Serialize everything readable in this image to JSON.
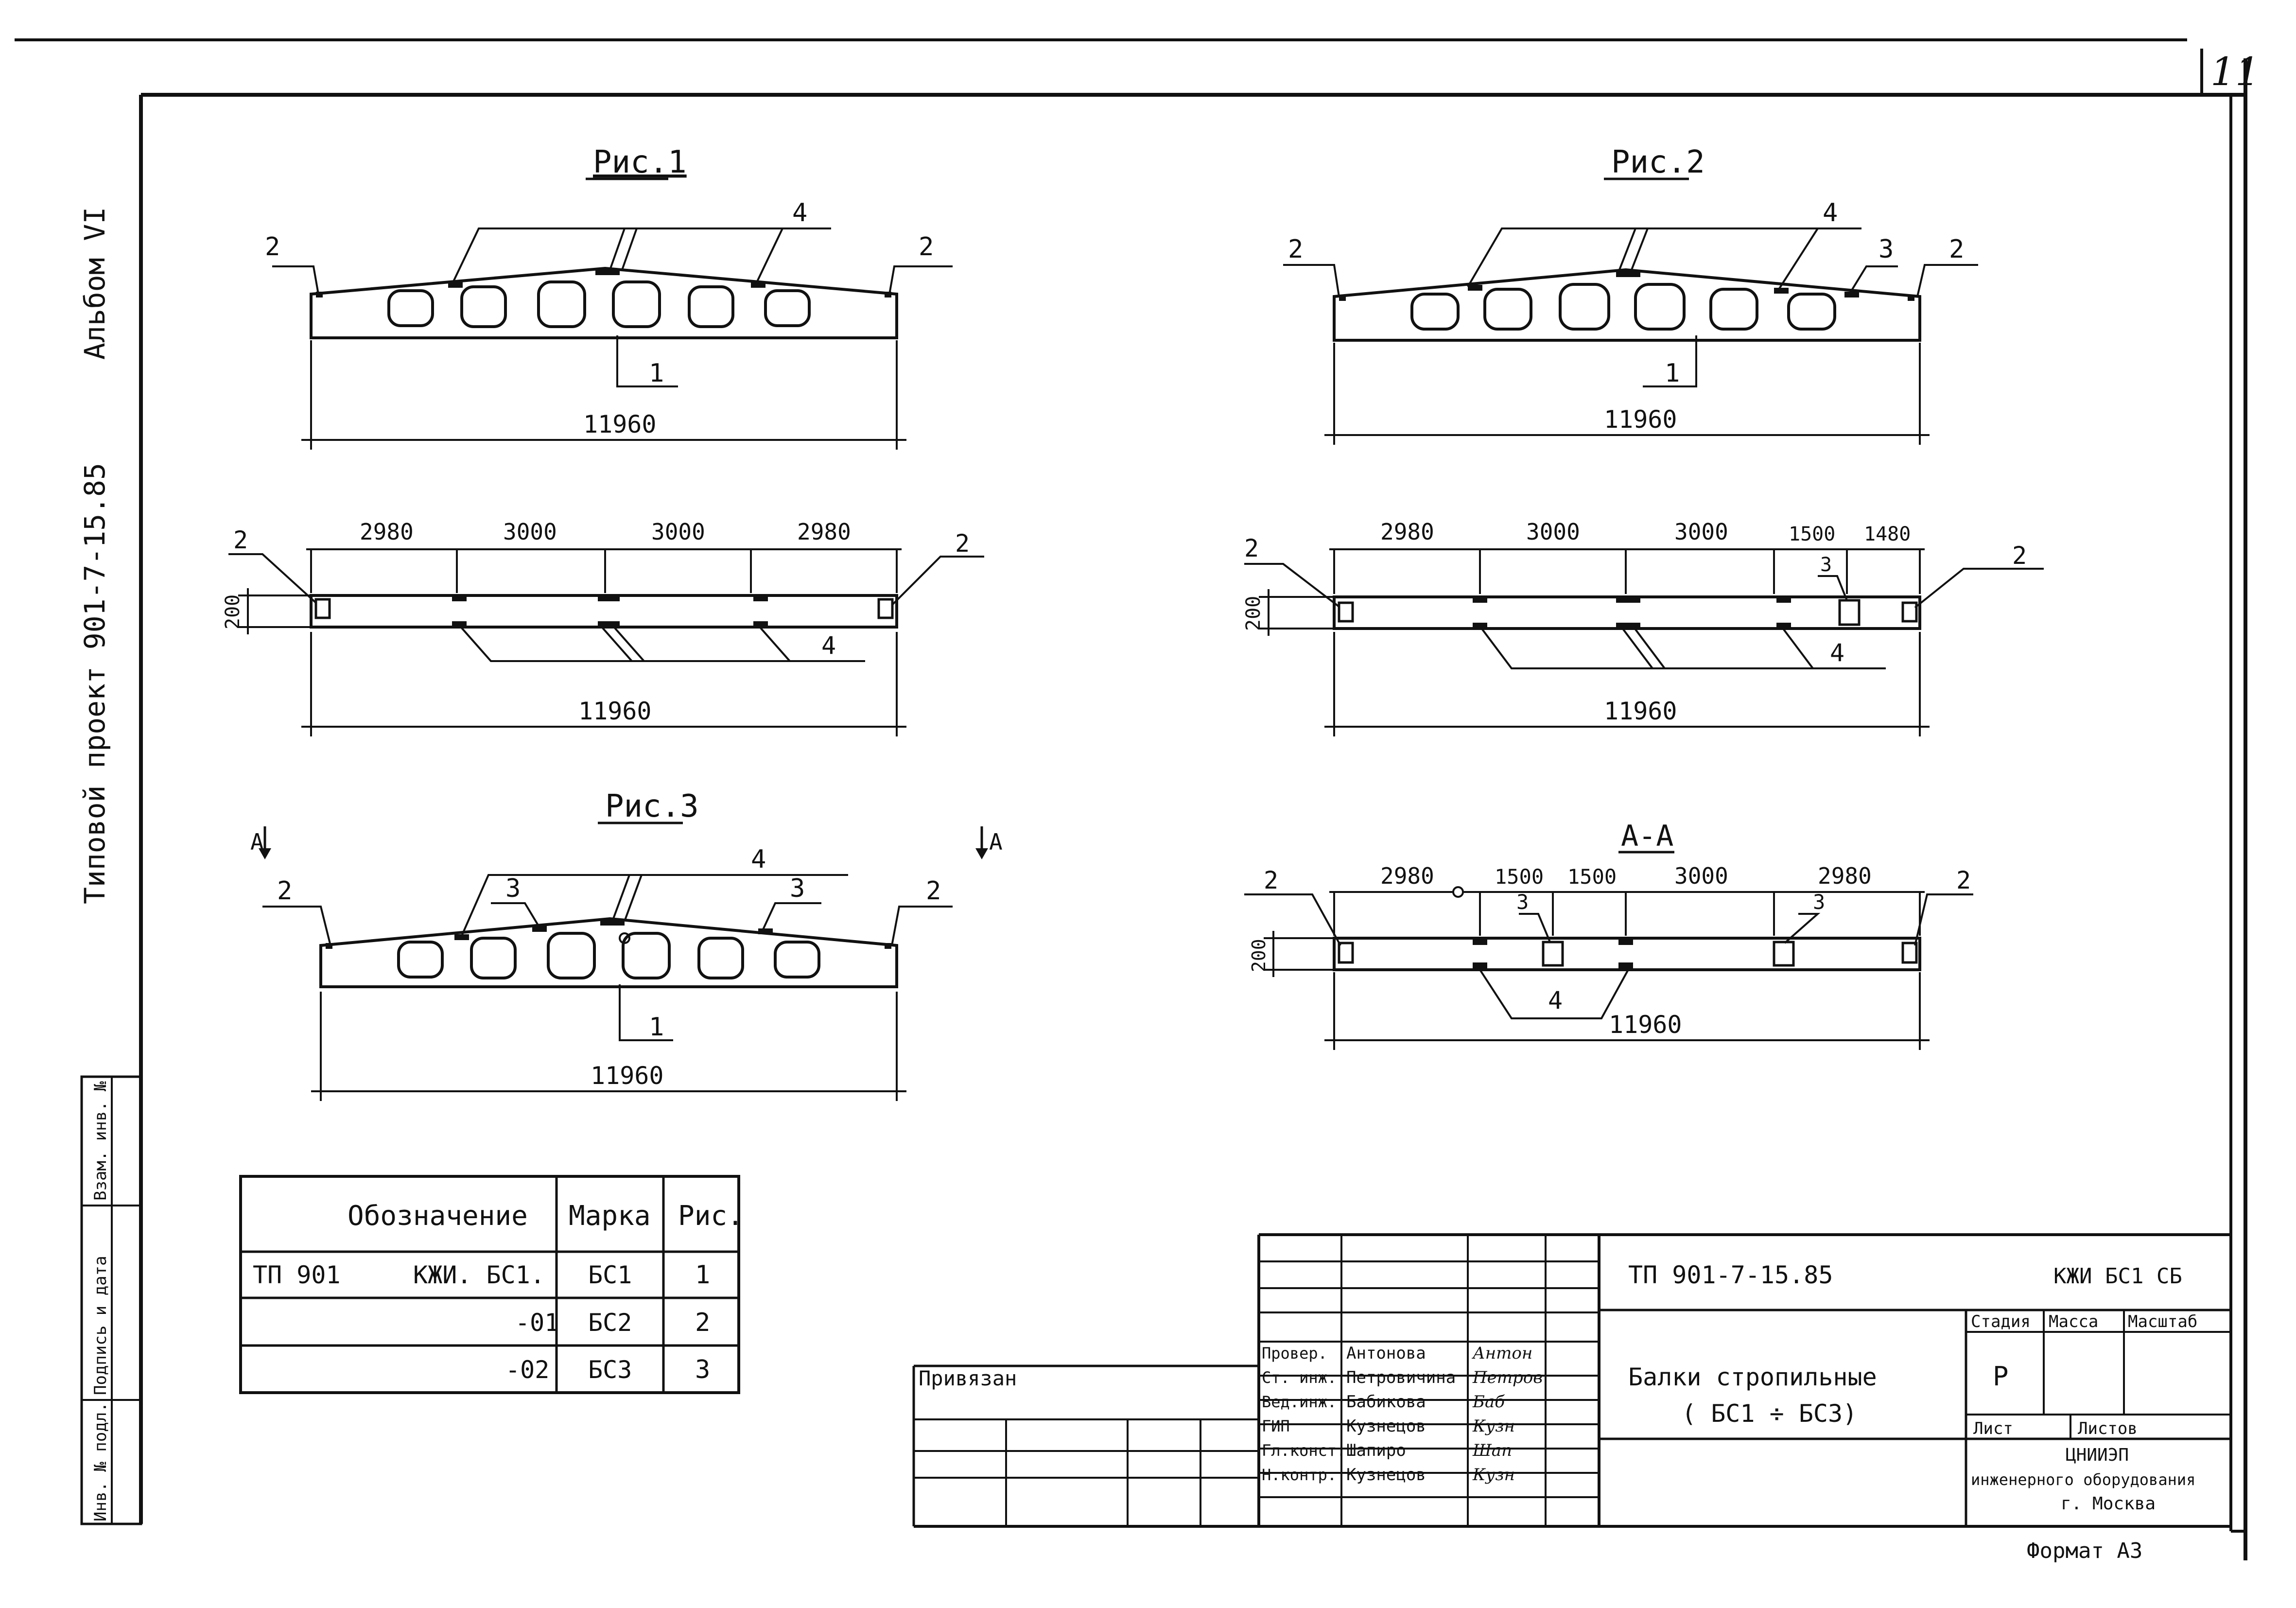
{
  "sheet": {
    "page_number": "11",
    "side_album": "Альбом VI",
    "side_project": "Типовой проект 901-7-15.85",
    "format": "Формат А3"
  },
  "side_stamp": {
    "inv_no": "Инв. № подл.",
    "sign_date": "Подпись и дата",
    "vzam": "Взам. инв. №"
  },
  "figures": {
    "fig1": {
      "title": "Рис.1",
      "elev_overall": "11960",
      "plan_spans": [
        "2980",
        "3000",
        "3000",
        "2980"
      ],
      "plan_overall": "11960",
      "height_dim": "200",
      "callouts": [
        "2",
        "2",
        "4",
        "1",
        "2",
        "2",
        "4"
      ]
    },
    "fig2": {
      "title": "Рис.2",
      "elev_overall": "11960",
      "plan_spans": [
        "2980",
        "3000",
        "3000",
        "1500",
        "1480"
      ],
      "plan_overall": "11960",
      "height_dim": "200",
      "callouts": [
        "2",
        "2",
        "3",
        "4",
        "1",
        "2",
        "2",
        "3",
        "4"
      ]
    },
    "fig3": {
      "title": "Рис.3",
      "elev_overall": "11960",
      "section_marks": [
        "А",
        "А"
      ],
      "callouts": [
        "2",
        "2",
        "3",
        "3",
        "4",
        "1"
      ]
    },
    "section_aa": {
      "title": "А-А",
      "spans": [
        "2980",
        "1500",
        "1500",
        "3000",
        "2980"
      ],
      "overall": "11960",
      "height_dim": "200",
      "callouts": [
        "2",
        "2",
        "3",
        "3",
        "4"
      ]
    }
  },
  "spec_table": {
    "headers": [
      "Обозначение",
      "Марка",
      "Рис."
    ],
    "rows": [
      {
        "designation_a": "ТП 901",
        "designation_b": "КЖИ. БС1.",
        "mark": "БС1",
        "fig": "1"
      },
      {
        "designation_a": "",
        "designation_b": "-01",
        "mark": "БС2",
        "fig": "2"
      },
      {
        "designation_a": "",
        "designation_b": "-02",
        "mark": "БС3",
        "fig": "3"
      }
    ]
  },
  "title_block": {
    "privyazan": "Привязан",
    "doc_code": "ТП 901-7-15.85",
    "doc_mark": "КЖИ БС1 СБ",
    "title_line1": "Балки стропильные",
    "title_line2": "( БС1 ÷ БС3)",
    "stage_label": "Стадия",
    "mass_label": "Масса",
    "scale_label": "Масштаб",
    "stage_value": "Р",
    "sheet_label": "Лист",
    "sheets_label": "Листов",
    "org_line1": "ЦНИИЭП",
    "org_line2": "инженерного оборудования",
    "org_line3": "г. Москва",
    "staff": [
      {
        "role": "Провер.",
        "name": "Антонова",
        "signature": "Антон"
      },
      {
        "role": "Ст. инж.",
        "name": "Петровичина",
        "signature": "Петров"
      },
      {
        "role": "Вед.инж.",
        "name": "Бабикова",
        "signature": "Баб"
      },
      {
        "role": "ГИП",
        "name": "Кузнецов",
        "signature": "Кузн"
      },
      {
        "role": "Гл.конст.",
        "name": "Шапиро",
        "signature": "Шап"
      },
      {
        "role": "Н.контр.",
        "name": "Кузнецов",
        "signature": "Кузн"
      }
    ]
  }
}
